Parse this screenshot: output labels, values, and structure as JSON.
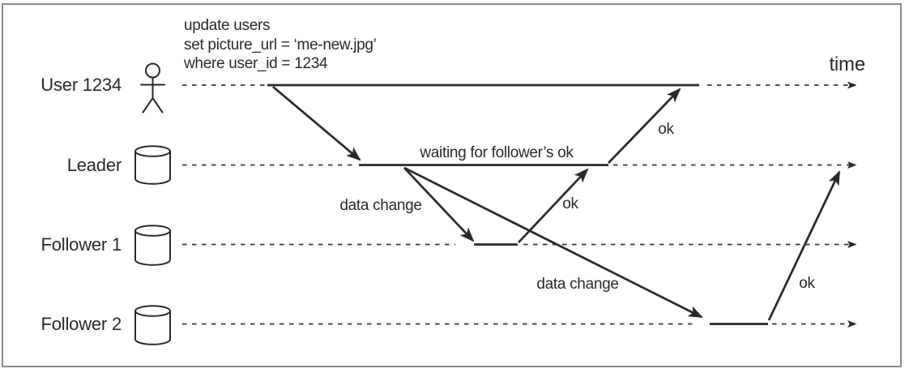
{
  "diagram": {
    "query_note": {
      "line1": "update users",
      "line2": "set picture_url = ‘me-new.jpg’",
      "line3": "where user_id = 1234"
    },
    "time_label": "time",
    "actors": [
      {
        "label": "User 1234",
        "icon": "person-icon"
      },
      {
        "label": "Leader",
        "icon": "database-icon"
      },
      {
        "label": "Follower 1",
        "icon": "database-icon"
      },
      {
        "label": "Follower 2",
        "icon": "database-icon"
      }
    ],
    "annotations": {
      "waiting": "waiting for follower’s ok"
    },
    "messages": [
      {
        "from": "User 1234",
        "to": "Leader",
        "label": ""
      },
      {
        "from": "Leader",
        "to": "Follower 1",
        "label": "data change"
      },
      {
        "from": "Follower 1",
        "to": "Leader",
        "label": "ok"
      },
      {
        "from": "Leader",
        "to": "User 1234",
        "label": "ok"
      },
      {
        "from": "Leader",
        "to": "Follower 2",
        "label": "data change"
      },
      {
        "from": "Follower 2",
        "to": "Leader",
        "label": "ok"
      }
    ],
    "colors": {
      "ink": "#2b2926",
      "border": "#8a8a8a",
      "background": "#ffffff"
    }
  }
}
